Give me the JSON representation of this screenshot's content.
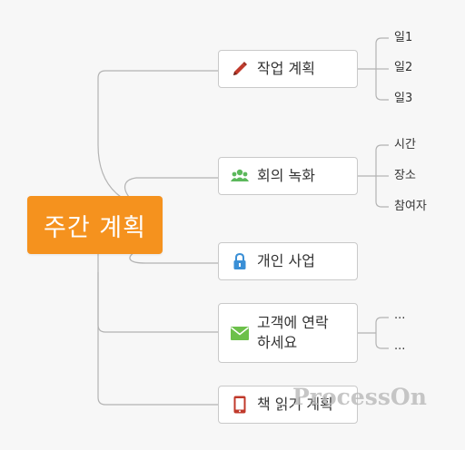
{
  "root": {
    "label": "주간 계획"
  },
  "branches": [
    {
      "label": "작업 계획",
      "icon": "pencil-icon",
      "children": [
        "일1",
        "일2",
        "일3"
      ]
    },
    {
      "label": "회의 녹화",
      "icon": "people-icon",
      "children": [
        "시간",
        "장소",
        "참여자"
      ]
    },
    {
      "label": "개인 사업",
      "icon": "lock-icon",
      "children": []
    },
    {
      "label_lines": [
        "고객에 연락",
        "하세요"
      ],
      "icon": "envelope-icon",
      "children": [
        "...",
        "..."
      ]
    },
    {
      "label": "책 읽기 계획",
      "icon": "tablet-icon",
      "children": []
    }
  ],
  "watermark": "ProcessOn",
  "colors": {
    "root": "#f5921e",
    "connector": "#b3b3b3",
    "pencil": "#c0392b",
    "people": "#5cb85c",
    "lock": "#3a8fd6",
    "envelope": "#6cc04a",
    "tablet": "#c0392b"
  }
}
